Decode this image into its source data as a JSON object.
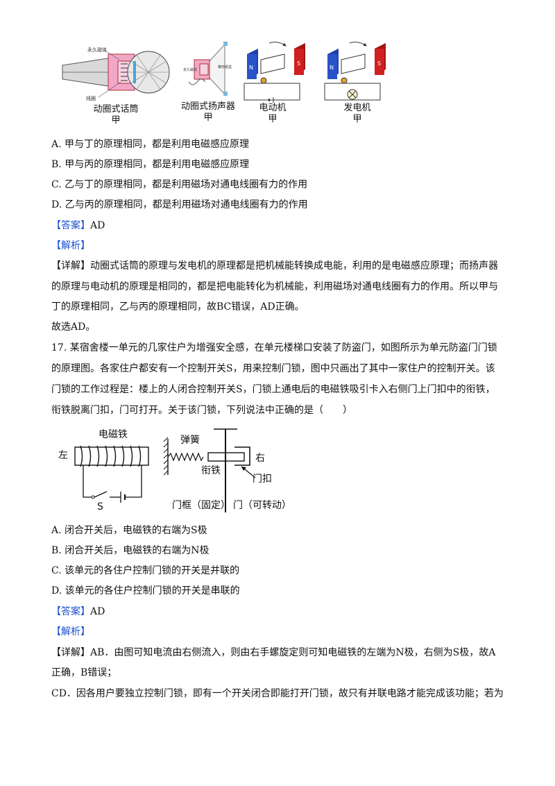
{
  "q16": {
    "figures": [
      {
        "caption": "动圈式话筒",
        "sub": "甲",
        "labels": {
          "magnet": "永久磁体",
          "coil": "线圈"
        }
      },
      {
        "caption": "动圈式扬声器",
        "sub": "甲",
        "labels": {
          "magnet": "永久磁体",
          "membrane": "锥形纸盆"
        }
      },
      {
        "caption": "电动机",
        "sub": "甲",
        "labels": {
          "n": "N",
          "s": "S"
        }
      },
      {
        "caption": "发电机",
        "sub": "甲",
        "labels": {
          "n": "N",
          "s": "S"
        }
      }
    ],
    "options": [
      "A. 甲与丁的原理相同，都是利用电磁感应原理",
      "B. 甲与丙的原理相同，都是利用电磁感应原理",
      "C. 乙与丁的原理相同，都是利用磁场对通电线圈有力的作用",
      "D. 乙与丙的原理相同，都是利用磁场对通电线圈有力的作用"
    ],
    "answer_tag": "【答案】",
    "answer": "AD",
    "analysis_tag": "【解析】",
    "detail_tag": "【详解】",
    "detail_lines": [
      "动圈式话筒的原理与发电机的原理都是把机械能转换成电能，利用的是电磁感应原理；而扬声器",
      "的原理与电动机的原理是相同的，都是把电能转化为机械能，利用磁场对通电线圈有力的作用。所以甲与",
      "丁的原理相同，乙与丙的原理相同，故BC错误，AD正确。",
      "故选AD。"
    ]
  },
  "q17": {
    "stem_lines": [
      "17. 某宿舍楼一单元的几家住户为增强安全感，在单元楼梯口安装了防盗门，如图所示为单元防盗门门锁",
      "的原理图。各家住户都安有一个控制开关S，用来控制门锁，图中只画出了其中一家住户的控制开关。该",
      "门锁的工作过程是：楼上的人闭合控制开关S，门锁上通电后的电磁铁吸引卡入右侧门上门扣中的衔铁，",
      "衔铁脱离门扣，门可打开。关于该门锁，下列说法中正确的是（　　）"
    ],
    "diagram_labels": {
      "electromagnet": "电磁铁",
      "left": "左",
      "right": "右",
      "spring": "弹簧",
      "armature": "衔铁",
      "latch": "门扣",
      "switch": "S",
      "frame": "门框（固定）",
      "door": "门（可转动）"
    },
    "options": [
      "A. 闭合开关后，电磁铁的右端为S极",
      "B. 闭合开关后，电磁铁的右端为N极",
      "C. 该单元的各住户控制门锁的开关是并联的",
      "D. 该单元的各住户控制门锁的开关是串联的"
    ],
    "answer_tag": "【答案】",
    "answer": "AD",
    "analysis_tag": "【解析】",
    "detail_tag": "【详解】",
    "detail_lines": [
      "AB．由图可知电流由右侧流入，则由右手螺旋定则可知电磁铁的左端为N极，右侧为S极，故A",
      "正确，B错误；",
      "CD．因各用户要独立控制门锁，即有一个开关闭合即能打开门锁，故只有并联电路才能完成该功能；若为"
    ]
  }
}
